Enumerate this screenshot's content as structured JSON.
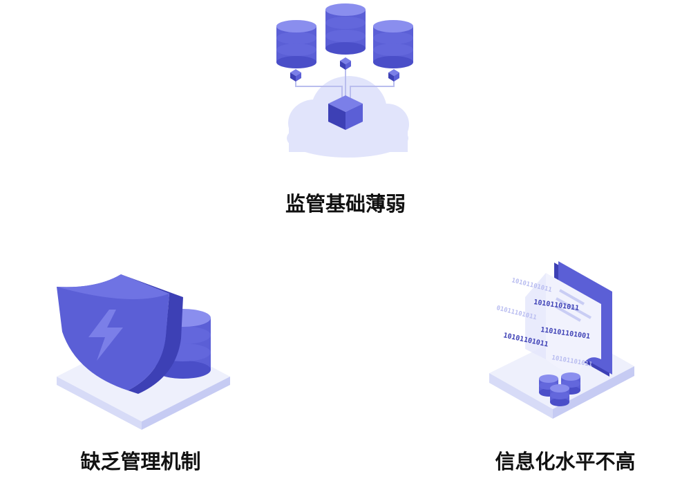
{
  "cards": [
    {
      "caption": "监管基础薄弱",
      "icon": "cloud-database-network-icon"
    },
    {
      "caption": "缺乏管理机制",
      "icon": "shield-database-icon"
    },
    {
      "caption": "信息化水平不高",
      "icon": "binary-document-icon"
    }
  ],
  "binary_strings": [
    "10101101011",
    "10101101011",
    "01011101011",
    "110101101001",
    "10101101011",
    "10101101011"
  ],
  "colors": {
    "primary": "#5b5fd6",
    "primary_dark": "#3d40b5",
    "primary_light": "#7b7fe8",
    "platform": "#e7e9fb",
    "platform_side": "#cfd3f5",
    "cloud": "#e1e4fb",
    "text": "#111111"
  }
}
